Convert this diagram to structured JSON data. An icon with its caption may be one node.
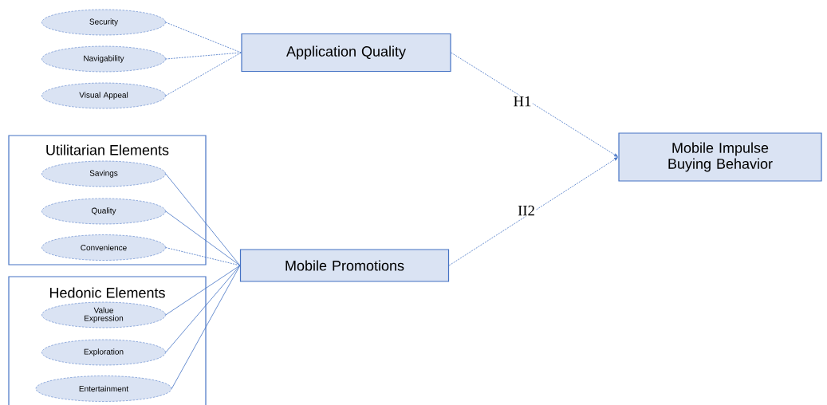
{
  "diagram": {
    "nodes": [
      {
        "text": [
          "Security"
        ]
      },
      {
        "text": [
          "Navigability"
        ]
      },
      {
        "text": [
          "Visual Appeal"
        ]
      },
      {
        "text": [
          "Application Quality"
        ]
      },
      {
        "text": [
          "Utilitarian Elements"
        ]
      },
      {
        "text": [
          "Savings"
        ],
        "in": 4
      },
      {
        "text": [
          "Quality"
        ],
        "in": 4
      },
      {
        "text": [
          "Convenience"
        ],
        "in": 4
      },
      {
        "text": [
          "Hedonic Elements"
        ]
      },
      {
        "text": [
          "Value Expression"
        ],
        "in": 8
      },
      {
        "text": [
          "Exploration"
        ],
        "in": 8
      },
      {
        "text": [
          "Entertainment"
        ],
        "in": 8
      },
      {
        "text": [
          "Mobile Promotions"
        ]
      },
      {
        "text": [
          "Mobile Impulse Buying Behavior"
        ]
      }
    ],
    "edges": [
      {
        "from": 0,
        "to": 3,
        "arrow": "none",
        "style": "dashed"
      },
      {
        "from": 1,
        "to": 3,
        "arrow": "none",
        "style": "dashed"
      },
      {
        "from": 2,
        "to": 3,
        "arrow": "none",
        "style": "dashed"
      },
      {
        "from": 5,
        "to": 12,
        "arrow": "none"
      },
      {
        "from": 6,
        "to": 12,
        "arrow": "none"
      },
      {
        "from": 7,
        "to": 12,
        "arrow": "none",
        "style": "dashed"
      },
      {
        "from": 9,
        "to": 12,
        "arrow": "none"
      },
      {
        "from": 10,
        "to": 12,
        "arrow": "none"
      },
      {
        "from": 11,
        "to": 12,
        "arrow": "none"
      },
      {
        "from": 3,
        "to": 13,
        "arrow": "to",
        "label": "H1",
        "style": "dashed"
      },
      {
        "from": 12,
        "to": 13,
        "arrow": "to",
        "label": "II2",
        "style": "dashed"
      }
    ]
  }
}
